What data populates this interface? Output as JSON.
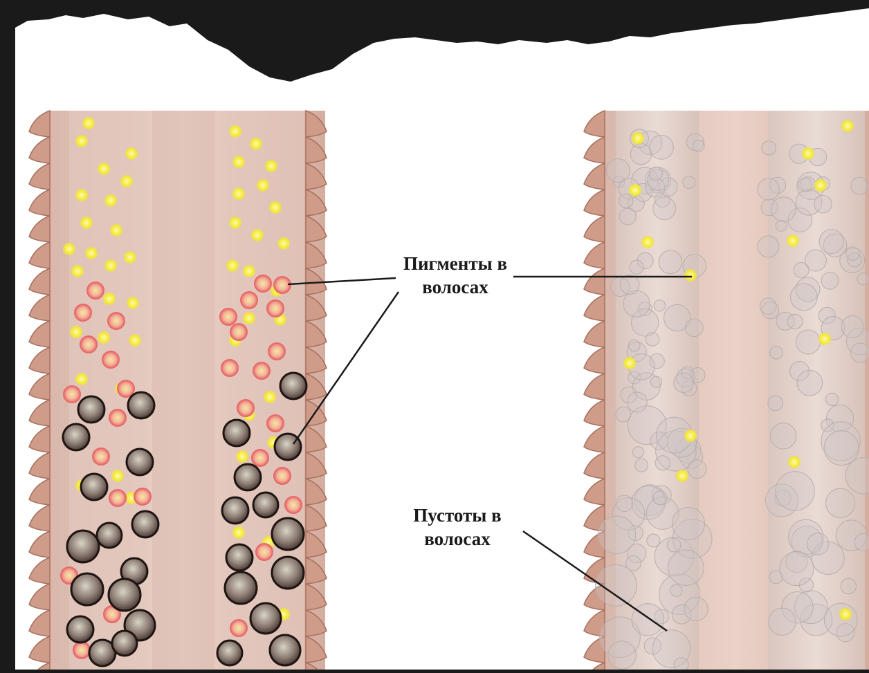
{
  "labels": {
    "pigments": {
      "line1": "Пигменты в",
      "line2": "волосах"
    },
    "voids": {
      "line1": "Пустоты в",
      "line2": "волосах"
    }
  },
  "colors": {
    "background_dark": "#1a1a1a",
    "paper": "#ffffff",
    "hair_shaft": "#e6cbc0",
    "cuticle_scale": "#cf9c8a",
    "pigment_yellow": "#f4ea3a",
    "pigment_red": "#e8696a",
    "pigment_dark": "#4a3a36",
    "void_grey": "#c9c3c2",
    "leader_line": "#1a1a1a"
  }
}
